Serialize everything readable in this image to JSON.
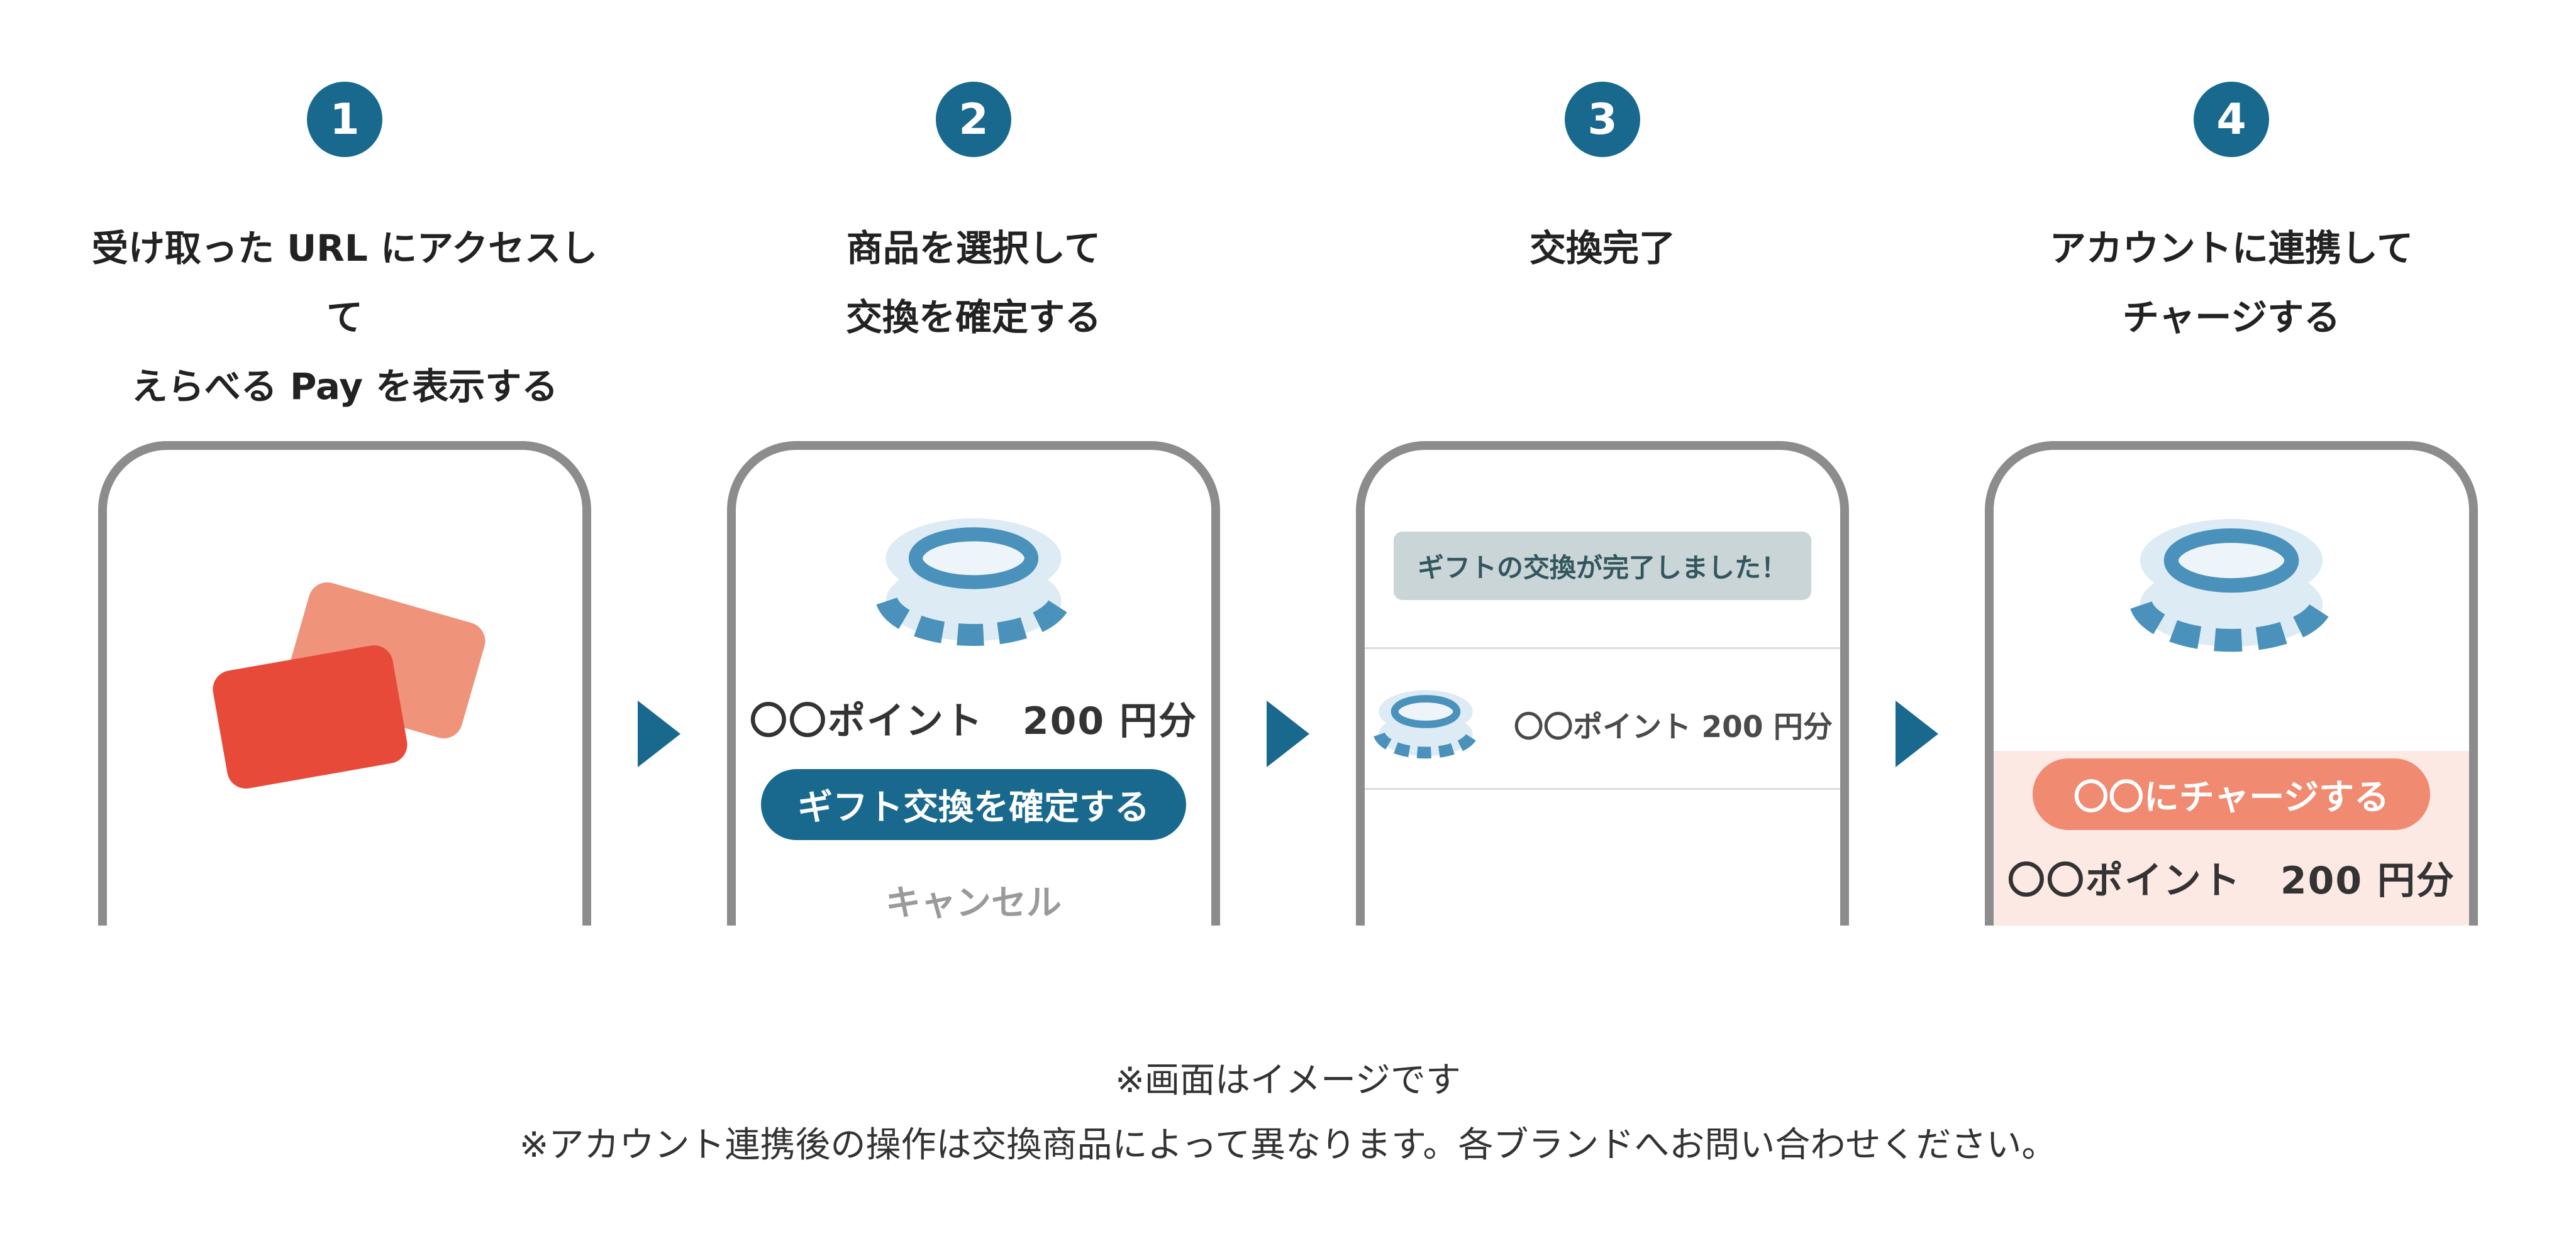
{
  "colors": {
    "teal": "#19698f",
    "button-teal": "#19698f",
    "card-red": "#e84a3a",
    "card-salmon": "#f0937b",
    "salmon-button": "#f08a70",
    "pink-bg": "#fce9e3",
    "banner-bg": "#c9d5d6",
    "banner-text": "#33565e",
    "coin-blue": "#4a92bb",
    "coin-light": "#dcebf4",
    "text-dark": "#333333",
    "cancel-gray": "#9a9a9a",
    "phone-border": "#8c8c8c",
    "divider": "#dcdcdc"
  },
  "steps": [
    {
      "number": "1",
      "caption": [
        "受け取った URL にアクセスして",
        "えらべる Pay を表示する"
      ]
    },
    {
      "number": "2",
      "caption": [
        "商品を選択して",
        "交換を確定する"
      ],
      "point_label": "〇〇ポイント　200 円分",
      "confirm_button": "ギフト交換を確定する",
      "cancel_label": "キャンセル"
    },
    {
      "number": "3",
      "caption": [
        "交換完了"
      ],
      "banner": "ギフトの交換が完了しました！",
      "row_label": "〇〇ポイント 200 円分"
    },
    {
      "number": "4",
      "caption": [
        "アカウントに連携して",
        "チャージする"
      ],
      "charge_button": "〇〇にチャージする",
      "point_label": "〇〇ポイント　200 円分"
    }
  ],
  "notes": [
    "※画面はイメージです",
    "※アカウント連携後の操作は交換商品によって異なります。各ブランドへお問い合わせください。"
  ]
}
